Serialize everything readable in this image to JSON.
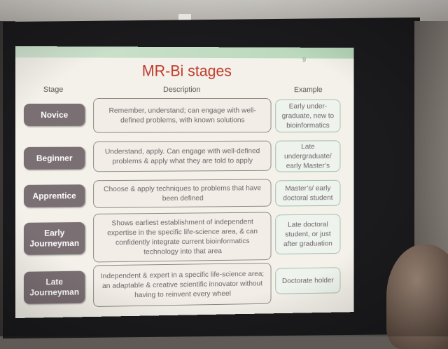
{
  "slide": {
    "number": "9",
    "title": "MR-Bi stages",
    "column_headers": {
      "stage": "Stage",
      "description": "Description",
      "example": "Example"
    },
    "rows": [
      {
        "stage": "Novice",
        "description": "Remember, understand; can engage with well-defined problems, with known solutions",
        "example": "Early under-graduate, new to bioinformatics"
      },
      {
        "stage": "Beginner",
        "description": "Understand, apply. Can engage with well-defined problems & apply what they are told to apply",
        "example": "Late undergraduate/ early Master’s"
      },
      {
        "stage": "Apprentice",
        "description": "Choose & apply techniques to problems that have been defined",
        "example": "Master’s/ early doctoral student"
      },
      {
        "stage": "Early Journeyman",
        "description": "Shows earliest establishment of independent expertise in the specific life-science area, & can confidently integrate current bioinformatics technology into that area",
        "example": "Late doctoral student, or just after graduation"
      },
      {
        "stage": "Late Journeyman",
        "description": "Independent & expert in a specific life-science area; an adaptable & creative scientific innovator without having to reinvent every wheel",
        "example": "Doctorate holder"
      }
    ]
  },
  "colors": {
    "title": "#c0392b",
    "stage_box": "#7a6f73",
    "topbar": "#b7d7b9"
  }
}
